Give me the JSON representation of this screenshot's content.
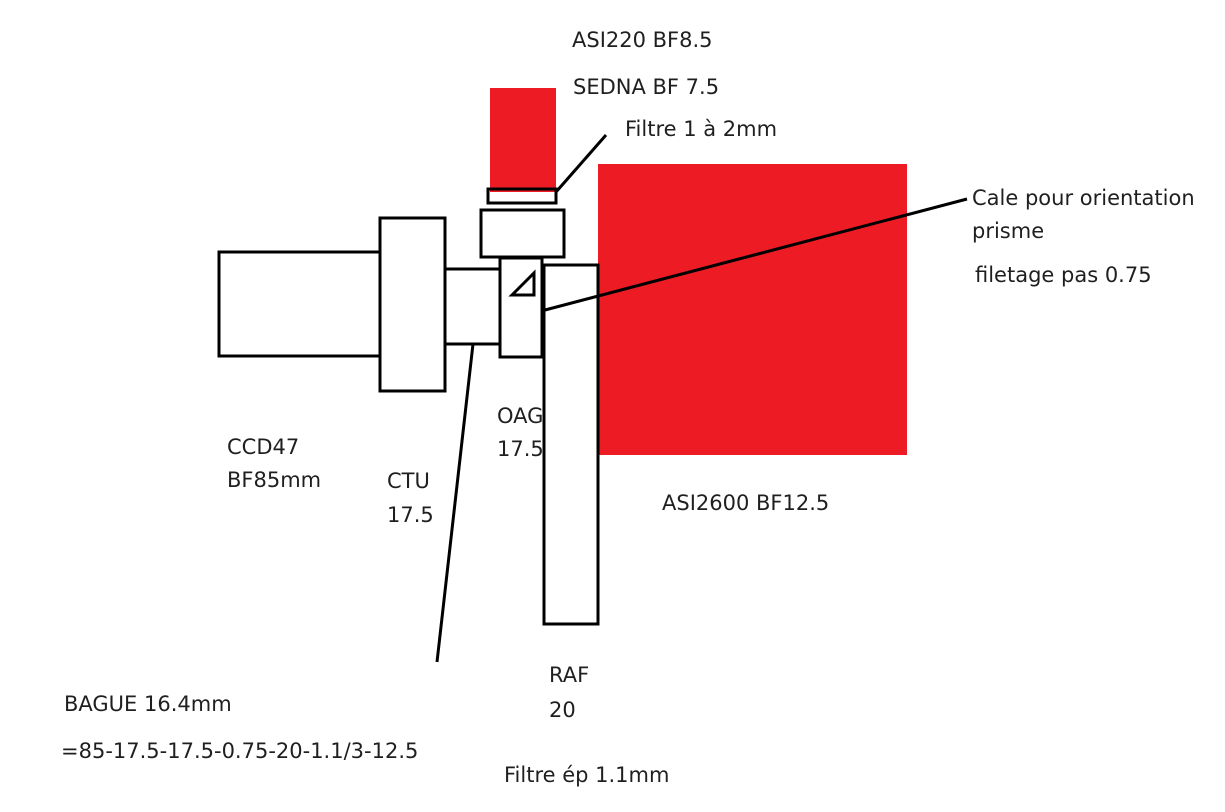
{
  "colors": {
    "red": "#ed1c24",
    "stroke": "#000000",
    "background": "#ffffff"
  },
  "labels": {
    "asi220": "ASI220 BF8.5",
    "sedna": "SEDNA BF 7.5",
    "filtre_1_2": "Filtre 1 à 2mm",
    "cale": "Cale pour orientation prisme",
    "filetage": "filetage pas 0.75",
    "asi2600": "ASI2600 BF12.5",
    "ccd47_line1": "CCD47",
    "ccd47_line2": "BF85mm",
    "ctu_line1": "CTU",
    "ctu_line2": "17.5",
    "oag_line1": "OAG",
    "oag_line2": "17.5",
    "raf_line1": "RAF",
    "raf_line2": "20",
    "bague": "BAGUE  16.4mm",
    "formula": "=85-17.5-17.5-0.75-20-1.1/3-12.5",
    "filtre_ep": "Filtre ép 1.1mm"
  }
}
